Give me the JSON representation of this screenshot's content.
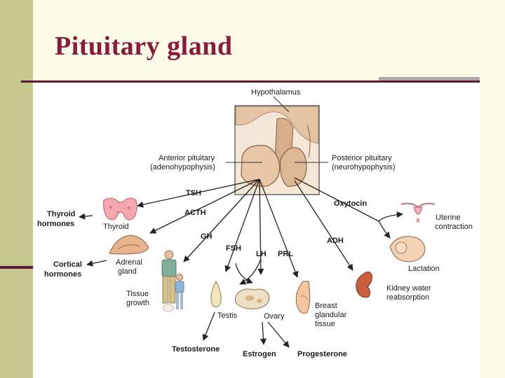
{
  "slide": {
    "title": "Pituitary gland"
  },
  "diagram": {
    "hypothalamus": "Hypothalamus",
    "anterior": {
      "line1": "Anterior pituitary",
      "line2": "(adenohypophysis)"
    },
    "posterior": {
      "line1": "Posterior pituitary",
      "line2": "(neurohypophysis)"
    },
    "hormones": {
      "tsh": "TSH",
      "acth": "ACTH",
      "gh": "GH",
      "fsh": "FSH",
      "lh": "LH",
      "prl": "PRL",
      "oxytocin": "Oxytocin",
      "adh": "ADH"
    },
    "targets": {
      "thyroid": "Thyroid",
      "adrenal": {
        "line1": "Adrenal",
        "line2": "gland"
      },
      "tissue_growth": {
        "line1": "Tissue",
        "line2": "growth"
      },
      "testis": "Testis",
      "ovary": "Ovary",
      "breast": {
        "line1": "Breast",
        "line2": "glandular",
        "line3": "tissue"
      },
      "uterine": {
        "line1": "Uterine",
        "line2": "contraction"
      },
      "lactation": "Lactation",
      "kidney": {
        "line1": "Kidney water",
        "line2": "reabsorption"
      }
    },
    "outputs": {
      "thyroid_hormones": {
        "line1": "Thyroid",
        "line2": "hormones"
      },
      "cortical_hormones": {
        "line1": "Cortical",
        "line2": "hormones"
      },
      "testosterone": "Testosterone",
      "estrogen": "Estrogen",
      "progesterone": "Progesterone"
    }
  },
  "colors": {
    "band": "#c6c98e",
    "rule": "#5c1a36",
    "title": "#8b1a3a",
    "tissue": "#e3c3a3",
    "tissue_dark": "#b68a68",
    "thyroid_pink": "#f2a8ad",
    "kidney": "#c85f3d"
  }
}
